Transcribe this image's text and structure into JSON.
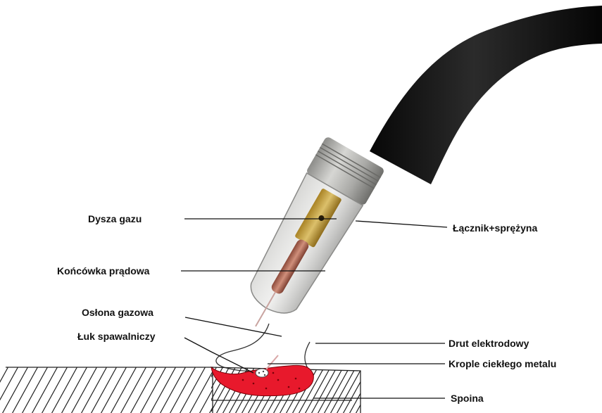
{
  "labels": {
    "gas_nozzle": "Dysza gazu",
    "contact_tip": "Końcówka prądowa",
    "gas_shield": "Osłona gazowa",
    "welding_arc": "Łuk spawalniczy",
    "connector_spring": "Łącznik+sprężyna",
    "electrode_wire": "Drut elektrodowy",
    "molten_droplets": "Krople ciekłego metalu",
    "weld": "Spoina"
  },
  "colors": {
    "hose": "#141414",
    "nozzle_metal": "#b7b7b4",
    "connector_brass": "#c9a646",
    "contact_tip_copper": "#b86d5a",
    "weld_pool": "#e8192c",
    "hatch_lines": "#222222"
  }
}
